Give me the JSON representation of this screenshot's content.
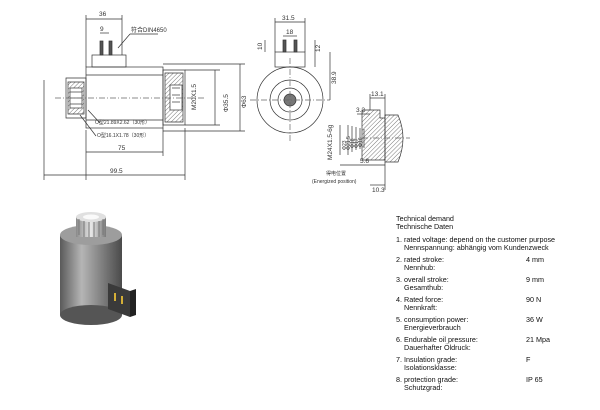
{
  "drawing": {
    "dims": {
      "d36": "36",
      "d9": "9",
      "d75": "75",
      "d99_5": "99.5",
      "d31_5": "31.5",
      "d18": "18",
      "d10": "10",
      "d12": "12",
      "d38_9": "38.9",
      "d63": "Φ63",
      "d35_5": "Φ35.5",
      "m20": "M20X1.5",
      "d13_1": "13.1",
      "d3_2": "3.2",
      "d5_6": "5.6",
      "d10_3": "10.3",
      "m24": "M24X1.5-6g",
      "p23": "Φ23",
      "p21_5": "Φ21.5",
      "p18": "Φ18",
      "p17": "Φ17",
      "p16": "Φ16"
    },
    "notes": {
      "din": "符合DIN4650",
      "oring1": "O型21.89X2.62（30形）",
      "oring2": "O型16.1X1.78（30形）",
      "energized_cn": "得电位置",
      "energized_en": "(Energized position)"
    }
  },
  "specs": {
    "heading_en": "Technical demand",
    "heading_de": "Technische Daten",
    "items": [
      {
        "num": "1.",
        "label": "rated voltage:  depend on the customer purpose",
        "value": "",
        "sub": "Nennspannung: abhängig vom Kundenzweck"
      },
      {
        "num": "2.",
        "label": "rated stroke:",
        "value": "4 mm",
        "sub": "Nennhub:"
      },
      {
        "num": "3.",
        "label": "overall stroke:",
        "value": "9 mm",
        "sub": "Gesamthub:"
      },
      {
        "num": "4.",
        "label": "Rated force:",
        "value": "90 N",
        "sub": "Nennkraft:"
      },
      {
        "num": "5.",
        "label": "consumption power:",
        "value": "36 W",
        "sub": "Energieverbrauch"
      },
      {
        "num": "6.",
        "label": "Endurable oil pressure:",
        "value": "21 Mpa",
        "sub": "Dauerhafter Öldruck:"
      },
      {
        "num": "7.",
        "label": "Insulation grade:",
        "value": "F",
        "sub": "Isolationsklasse:"
      },
      {
        "num": "8.",
        "label": "protection grade:",
        "value": "IP 65",
        "sub": "Schutzgrad:"
      }
    ]
  },
  "colors": {
    "line": "#333333",
    "hatch": "#555555",
    "body": "#9a9a9a"
  }
}
